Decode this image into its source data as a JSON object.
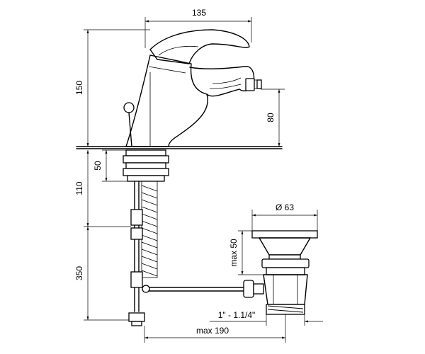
{
  "dimensions": {
    "spout_reach": "135",
    "total_height": "150",
    "outlet_height": "80",
    "thread_length": "50",
    "shank_length": "110",
    "hose_length": "350",
    "plug_diameter": "Ø 63",
    "plug_height": "max 50",
    "waste_thread": "1\" - 1.1/4\"",
    "max_reach": "max 190"
  }
}
